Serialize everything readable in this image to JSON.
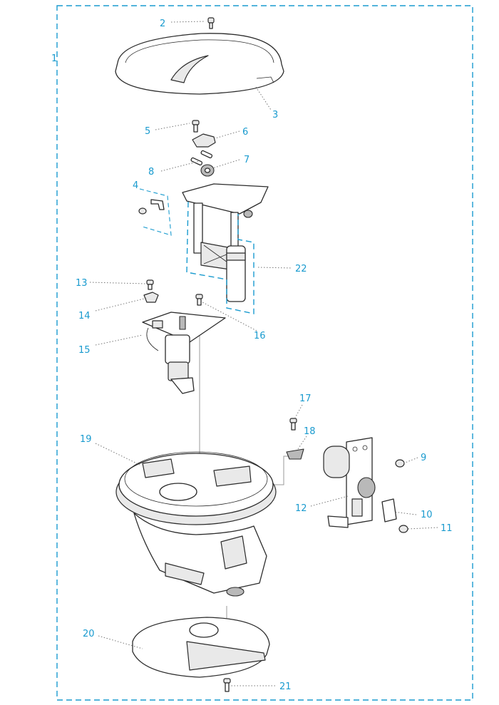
{
  "callouts": [
    {
      "id": "1",
      "text": "1"
    },
    {
      "id": "2",
      "text": "2"
    },
    {
      "id": "3",
      "text": "3"
    },
    {
      "id": "4",
      "text": "4"
    },
    {
      "id": "5",
      "text": "5"
    },
    {
      "id": "6",
      "text": "6"
    },
    {
      "id": "7",
      "text": "7"
    },
    {
      "id": "8",
      "text": "8"
    },
    {
      "id": "9",
      "text": "9"
    },
    {
      "id": "10",
      "text": "10"
    },
    {
      "id": "11",
      "text": "11"
    },
    {
      "id": "12",
      "text": "12"
    },
    {
      "id": "13",
      "text": "13"
    },
    {
      "id": "14",
      "text": "14"
    },
    {
      "id": "15",
      "text": "15"
    },
    {
      "id": "16",
      "text": "16"
    },
    {
      "id": "17",
      "text": "17"
    },
    {
      "id": "18",
      "text": "18"
    },
    {
      "id": "19",
      "text": "19"
    },
    {
      "id": "20",
      "text": "20"
    },
    {
      "id": "21",
      "text": "21"
    },
    {
      "id": "22",
      "text": "22"
    }
  ],
  "colors": {
    "callout": "#1a9bcf",
    "outline": "#2b2b2b",
    "leader": "#777777"
  }
}
